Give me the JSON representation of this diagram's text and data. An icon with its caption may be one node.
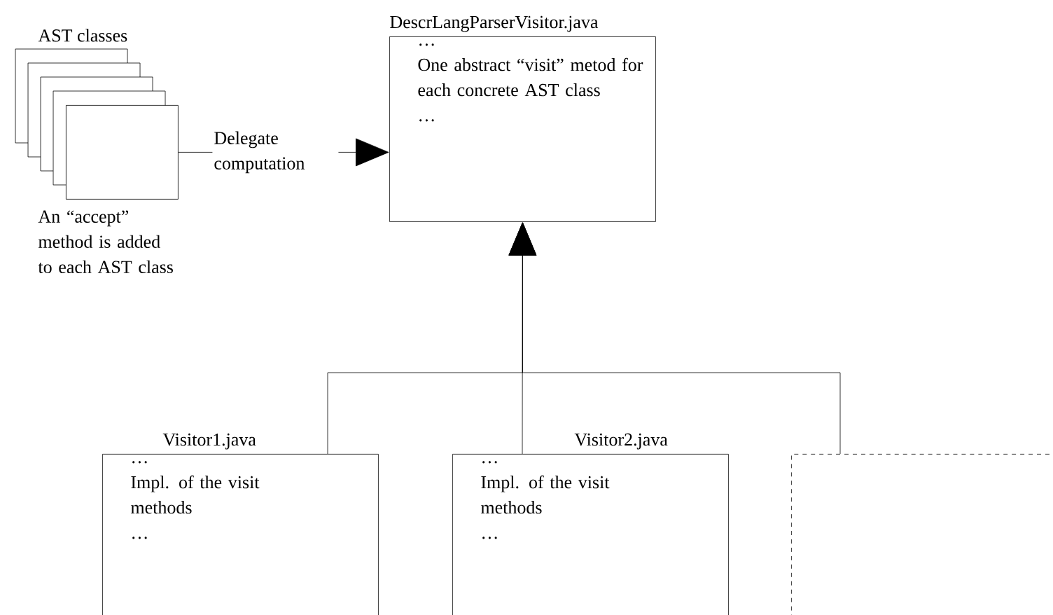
{
  "diagram": {
    "nodes": [
      {
        "text": [
          "AST classes"
        ],
        "beside": [
          "An “accept” method is added to each AST class"
        ]
      },
      {
        "text": [
          "DescrLangParserVisitor.java",
          "…",
          "One abstract “visit” metod for each concrete AST class",
          "…"
        ]
      },
      {
        "text": [
          "Visitor1.java",
          "…",
          "Impl. of the visit methods",
          "…"
        ]
      },
      {
        "text": [
          "Visitor2.java",
          "…",
          "Impl. of the visit methods",
          "…"
        ]
      },
      {
        "text": [],
        "shape": "box"
      }
    ],
    "edges": [
      {
        "from": 0,
        "to": 1,
        "arrow": "to",
        "label": "Delegate computation"
      },
      {
        "from": 2,
        "to": 1,
        "arrow": "to"
      },
      {
        "from": 3,
        "to": 1,
        "arrow": "to"
      },
      {
        "from": 4,
        "to": 1,
        "arrow": "to"
      }
    ]
  }
}
